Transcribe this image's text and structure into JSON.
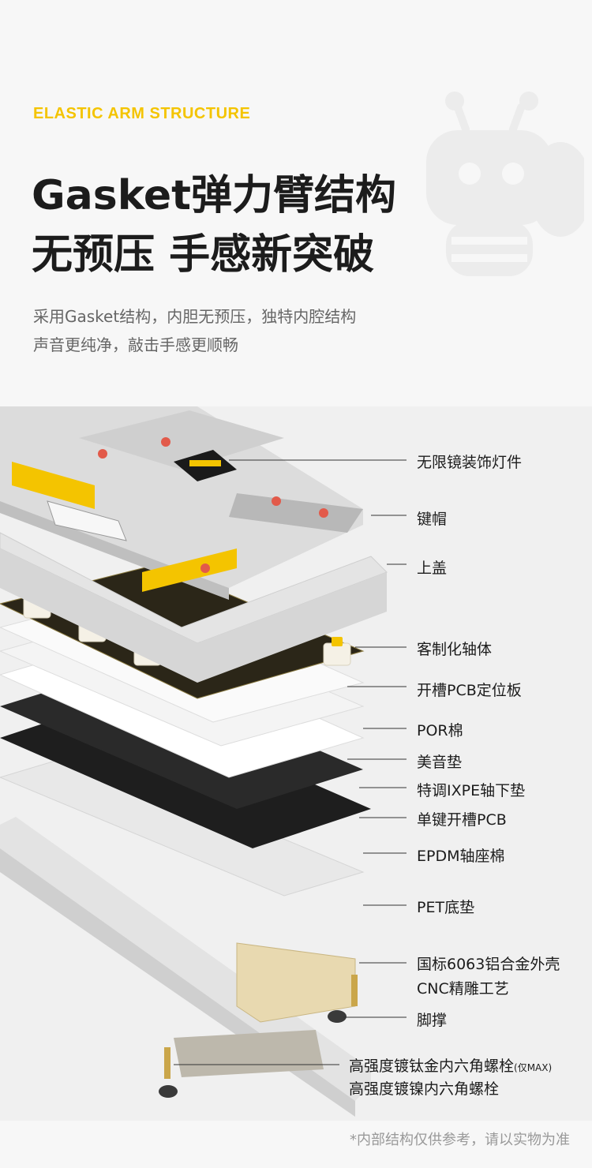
{
  "header": {
    "eyebrow": "ELASTIC ARM STRUCTURE",
    "title_line1": "Gasket弹力臂结构",
    "title_line2": "无预压 手感新突破",
    "desc_line1": "采用Gasket结构，内胆无预压，独特内腔结构",
    "desc_line2": "声音更纯净，敲击手感更顺畅"
  },
  "labels": [
    "无限镜装饰灯件",
    "键帽",
    "上盖",
    "客制化轴体",
    "开槽PCB定位板",
    "POR棉",
    "美音垫",
    "特调IXPE轴下垫",
    "单键开槽PCB",
    "EPDM轴座棉",
    "PET底垫",
    "国标6063铝合金外壳",
    "CNC精雕工艺",
    "脚撑"
  ],
  "screw_labels": {
    "line1_main": "高强度镀钛金内六角螺栓",
    "line1_suffix": "(仅MAX)",
    "line2": "高强度镀镍内六角螺栓"
  },
  "footnote": "*内部结构仅供参考，请以实物为准",
  "colors": {
    "accent_yellow": "#f4c400",
    "text_dark": "#1c1c1c",
    "text_gray": "#666666"
  }
}
